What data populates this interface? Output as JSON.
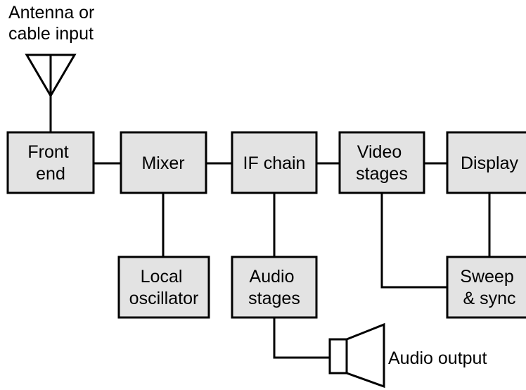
{
  "diagram": {
    "antenna_label": [
      "Antenna or",
      "cable input"
    ],
    "audio_output_label": "Audio output",
    "blocks": {
      "front_end": [
        "Front",
        "end"
      ],
      "mixer": [
        "Mixer"
      ],
      "if_chain": [
        "IF chain"
      ],
      "video_stages": [
        "Video",
        "stages"
      ],
      "display": [
        "Display"
      ],
      "local_oscillator": [
        "Local",
        "oscillator"
      ],
      "audio_stages": [
        "Audio",
        "stages"
      ],
      "sweep_sync": [
        "Sweep",
        "& sync"
      ]
    },
    "colors": {
      "block_fill": "#e3e3e3",
      "line": "#000000",
      "background": "#ffffff"
    },
    "icons": [
      "antenna-icon",
      "speaker-icon"
    ]
  }
}
